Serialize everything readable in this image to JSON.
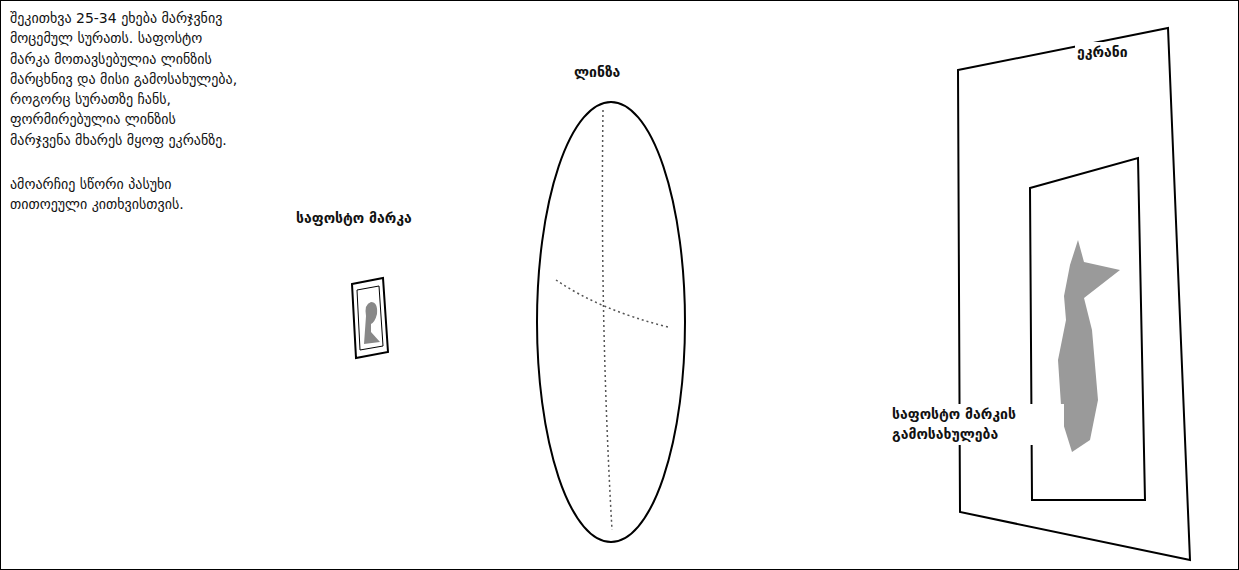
{
  "diagram": {
    "labels": [
      "შეკითხვა 25-34 ეხება მარჯვნივ მოცემულ სურათს. საფოსტო მარკა მოთავსებულია ლინზის მარცხნივ და მისი გამოსახულება, როგორც სურათზე ჩანს, ფორმირებულია ლინზის მარჯვენა მხარეს მყოფ ეკრანზე.",
      "ამოარჩიე სწორი პასუხი თითოეული კითხვისთვის.",
      "საფოსტო მარკა",
      "ლინზა",
      "ეკრანი",
      "საფოსტო მარკის გამოსახულება"
    ]
  }
}
